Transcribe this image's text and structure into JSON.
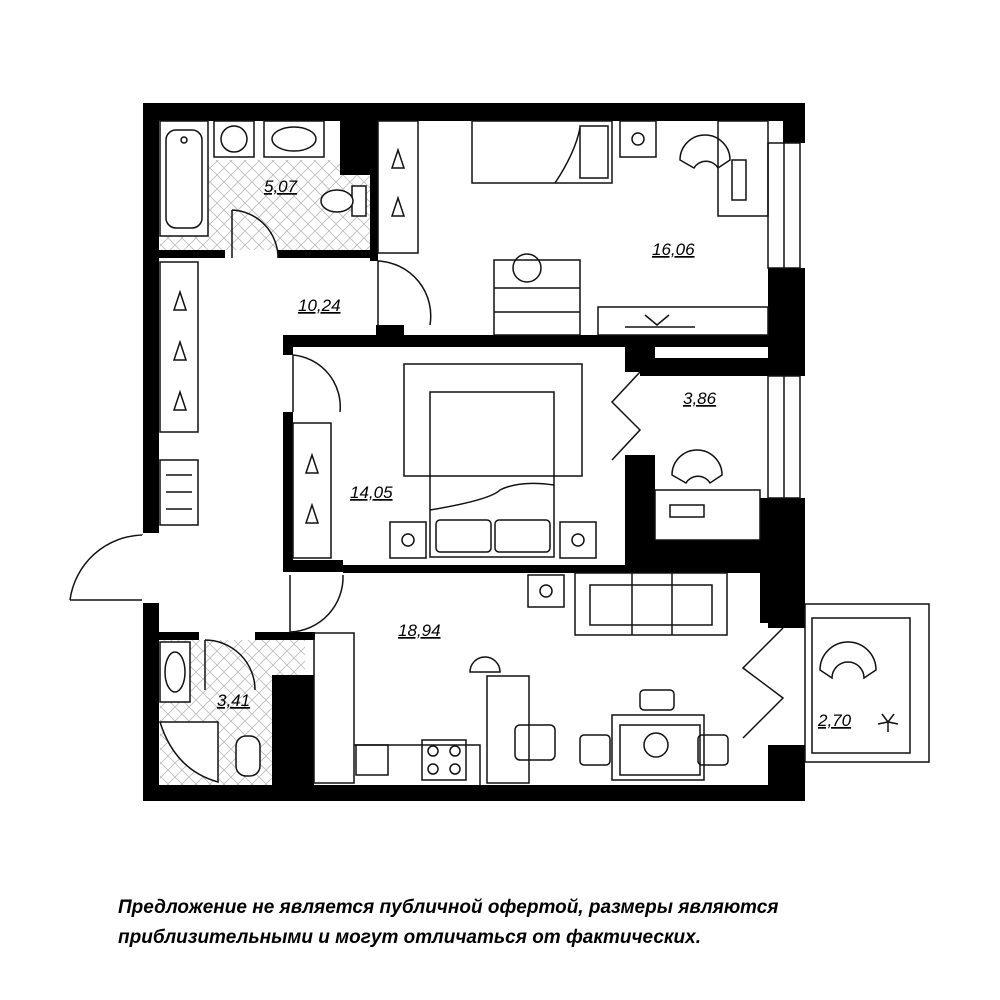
{
  "rooms": [
    {
      "id": "bathroom",
      "area": "5,07"
    },
    {
      "id": "hallway",
      "area": "10,24"
    },
    {
      "id": "bedroom-1",
      "area": "16,06"
    },
    {
      "id": "bedroom-2",
      "area": "14,05"
    },
    {
      "id": "study",
      "area": "3,86"
    },
    {
      "id": "living-kitchen",
      "area": "18,94"
    },
    {
      "id": "wc",
      "area": "3,41"
    },
    {
      "id": "balcony",
      "area": "2,70"
    }
  ],
  "disclaimer": {
    "line1": "Предложение не является публичной офертой, размеры являются",
    "line2": "приблизительными и могут отличаться от фактических."
  },
  "colors": {
    "wall": "#000000",
    "tile": "#cfcfcf",
    "line": "#111111"
  }
}
